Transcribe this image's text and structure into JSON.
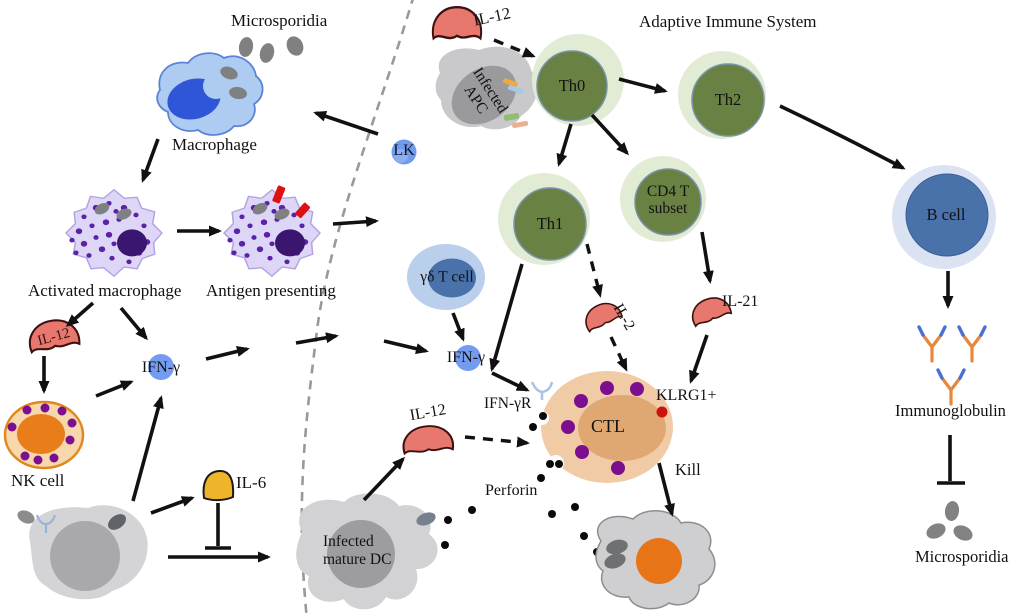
{
  "figure": {
    "title": "Adaptive Immune System",
    "region_right_header": "Adaptive Immune System"
  },
  "labels": {
    "microsporidia_top": "Microsporidia",
    "macrophage": "Macrophage",
    "activated_macrophage": "Activated macrophage",
    "antigen_presenting": "Antigen presenting",
    "il12_left": "IL-12",
    "ifng_left": "IFN-γ",
    "nk_cell": "NK cell",
    "il6": "IL-6",
    "lk": "LK",
    "il12_top": "IL-12",
    "infected_apc": "Infected\nAPC",
    "adaptive_immune_system": "Adaptive Immune System",
    "th0": "Th0",
    "th1": "Th1",
    "th2": "Th2",
    "cd4_subset": "CD4 T\nsubset",
    "gd_t_cell": "γδ T cell",
    "ifng_mid": "IFN-γ",
    "il2": "IL-2",
    "il21": "IL-21",
    "klrg1": "KLRG1+",
    "ifngr": "IFN-γR",
    "ctl": "CTL",
    "il12_bottom": "IL-12",
    "perforin": "Perforin",
    "kill": "Kill",
    "infected_mature_dc": "Infected\nmature DC",
    "b_cell": "B cell",
    "immunoglobulin": "Immunoglobulin",
    "microsporidia_bottom": "Microsporidia"
  },
  "colors": {
    "tgreen": "#6a8144",
    "thalo": "#e2ecd5",
    "bblue": "#4a72aa",
    "bhalo": "#dbe3f3",
    "cytokine": "#e8776e",
    "ifng": "#6b96ee",
    "il6": "#efb52a",
    "ctl": "#f0cba6",
    "ctlinner": "#dfa872",
    "nk": "#f7d7ac",
    "nkinner": "#e87d1a",
    "macro": "#aecbf2",
    "lavender": "#ded6f6",
    "spore": "#7e8082",
    "purpledot": "#7c0f8e",
    "graycell": "#d4d4d6",
    "aborange": "#e8873c",
    "abblue": "#4a6fd4",
    "klrg1red": "#cc1111",
    "mhcred": "#dd1111"
  }
}
